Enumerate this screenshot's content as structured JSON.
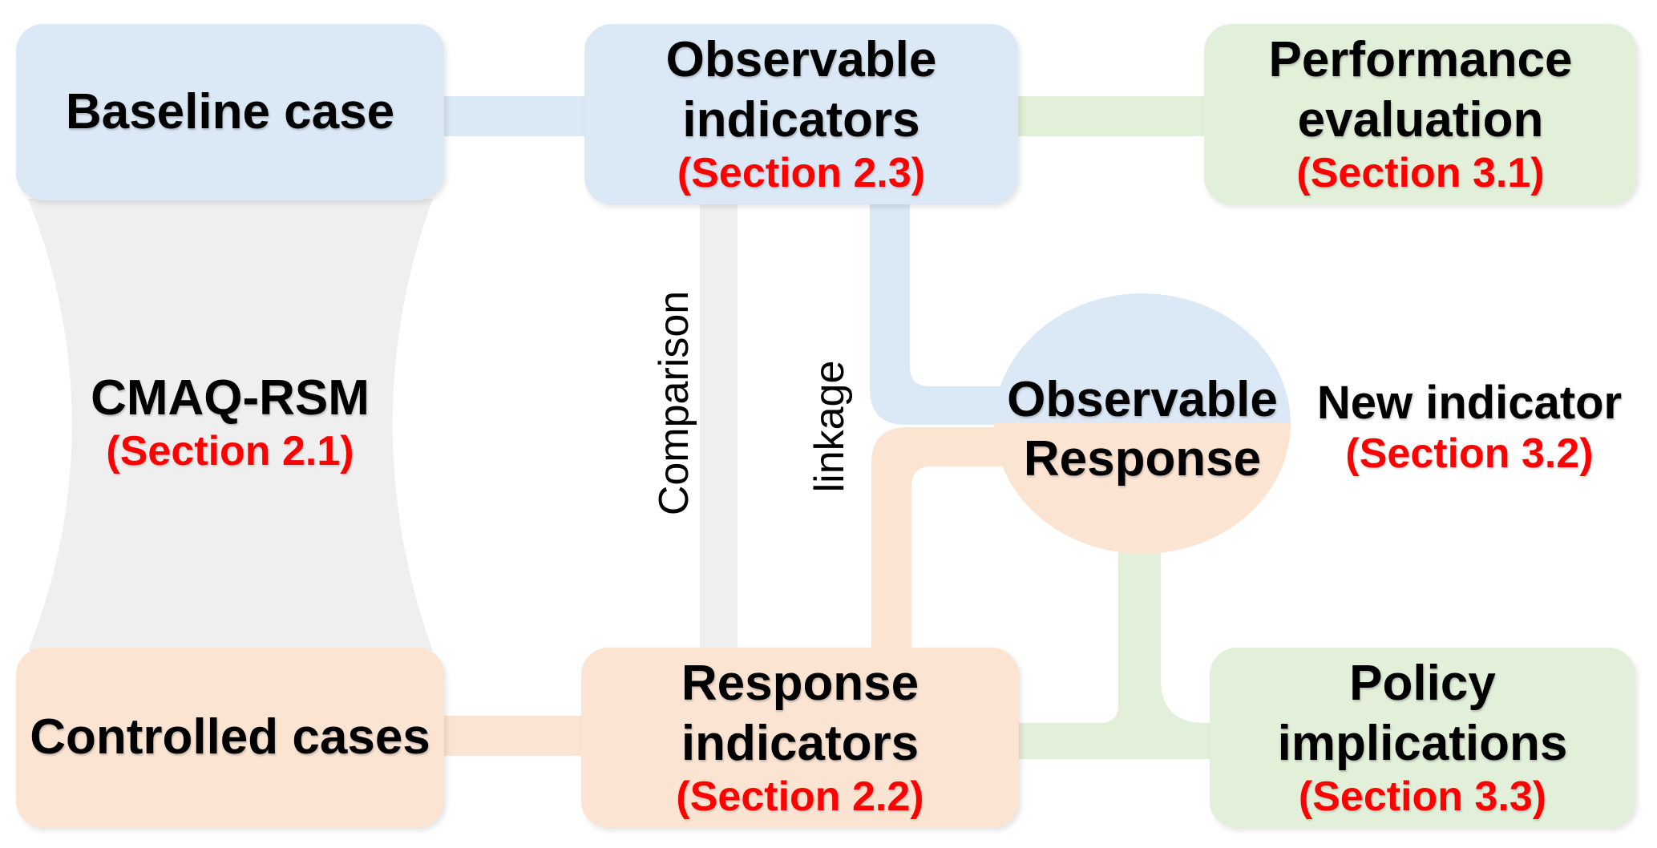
{
  "palette": {
    "blue": "#dbe8f6",
    "peach": "#fce4d3",
    "green": "#e2efd9",
    "gray": "#f0eff0",
    "red": "#fe0000",
    "black": "#000000",
    "background": "#ffffff"
  },
  "nodes": {
    "baseline": {
      "title": "Baseline case"
    },
    "observable_indicators": {
      "title": "Observable indicators",
      "section": "(Section 2.3)"
    },
    "performance": {
      "title": "Performance evaluation",
      "section": "(Section 3.1)"
    },
    "cmaq": {
      "title": "CMAQ-RSM",
      "section": "(Section 2.1)"
    },
    "controlled": {
      "title": "Controlled cases"
    },
    "response_indicators": {
      "title": "Response indicators",
      "section": "(Section 2.2)"
    },
    "policy": {
      "title": "Policy implications",
      "section": "(Section 3.3)"
    },
    "observable_response": {
      "title": "Observable Response"
    },
    "new_indicator": {
      "title": "New indicator",
      "section": "(Section 3.2)"
    }
  },
  "edge_labels": {
    "comparison": "Comparison",
    "linkage": "linkage"
  }
}
